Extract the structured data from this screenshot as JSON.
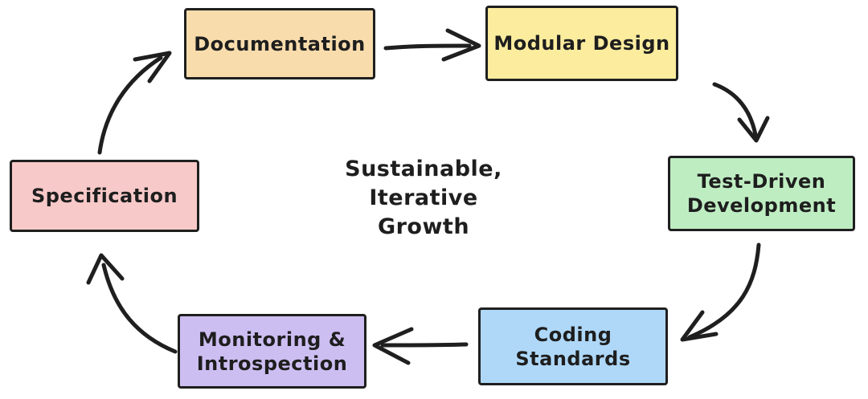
{
  "center_label": {
    "line1": "Sustainable,",
    "line2": "Iterative",
    "line3": "Growth"
  },
  "nodes": [
    {
      "id": "documentation",
      "label": "Documentation",
      "fill": "#f8dcac"
    },
    {
      "id": "modular-design",
      "label": "Modular Design",
      "fill": "#fbec9e"
    },
    {
      "id": "test-driven-development",
      "label": "Test-Driven Development",
      "fill": "#bfedc2"
    },
    {
      "id": "coding-standards",
      "label": "Coding Standards",
      "fill": "#afd8f8"
    },
    {
      "id": "monitoring-introspection",
      "label": "Monitoring & Introspection",
      "fill": "#cdbef2"
    },
    {
      "id": "specification",
      "label": "Specification",
      "fill": "#f8c9c9"
    }
  ],
  "edges": [
    {
      "from": "Specification",
      "to": "Documentation"
    },
    {
      "from": "Documentation",
      "to": "Modular Design"
    },
    {
      "from": "Modular Design",
      "to": "Test-Driven Development"
    },
    {
      "from": "Test-Driven Development",
      "to": "Coding Standards"
    },
    {
      "from": "Coding Standards",
      "to": "Monitoring & Introspection"
    },
    {
      "from": "Monitoring & Introspection",
      "to": "Specification"
    }
  ],
  "colors": {
    "stroke": "#1f1f1f",
    "background": "#ffffff"
  }
}
